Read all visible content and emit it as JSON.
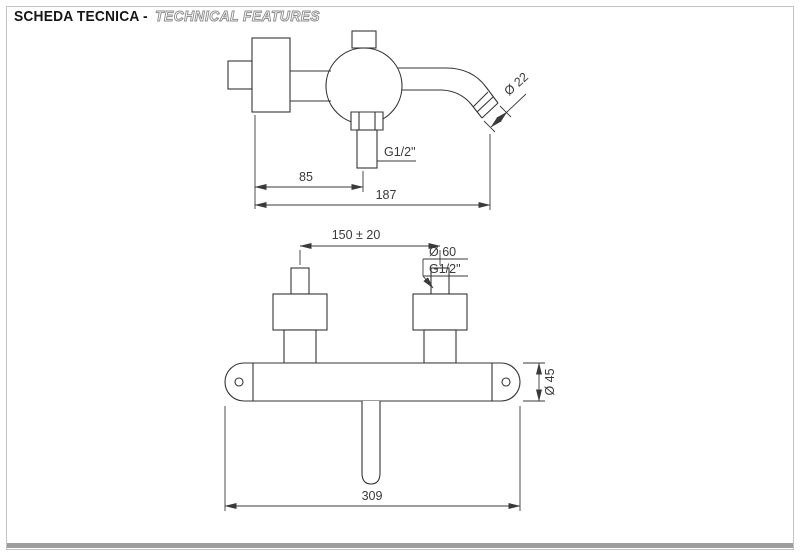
{
  "header": {
    "title_primary": "SCHEDA TECNICA -",
    "title_secondary": "TECHNICAL FEATURES"
  },
  "side_view": {
    "spout_diameter": "Ø 22",
    "outlet_thread": "G1/2\"",
    "dim_wall_to_outlet": "85",
    "dim_wall_to_spout": "187"
  },
  "front_view": {
    "centers_distance": "150 ± 20",
    "escutcheon_diameter": "Ø 60",
    "inlet_thread": "G1/2\"",
    "body_diameter": "Ø 45",
    "overall_width": "309"
  }
}
